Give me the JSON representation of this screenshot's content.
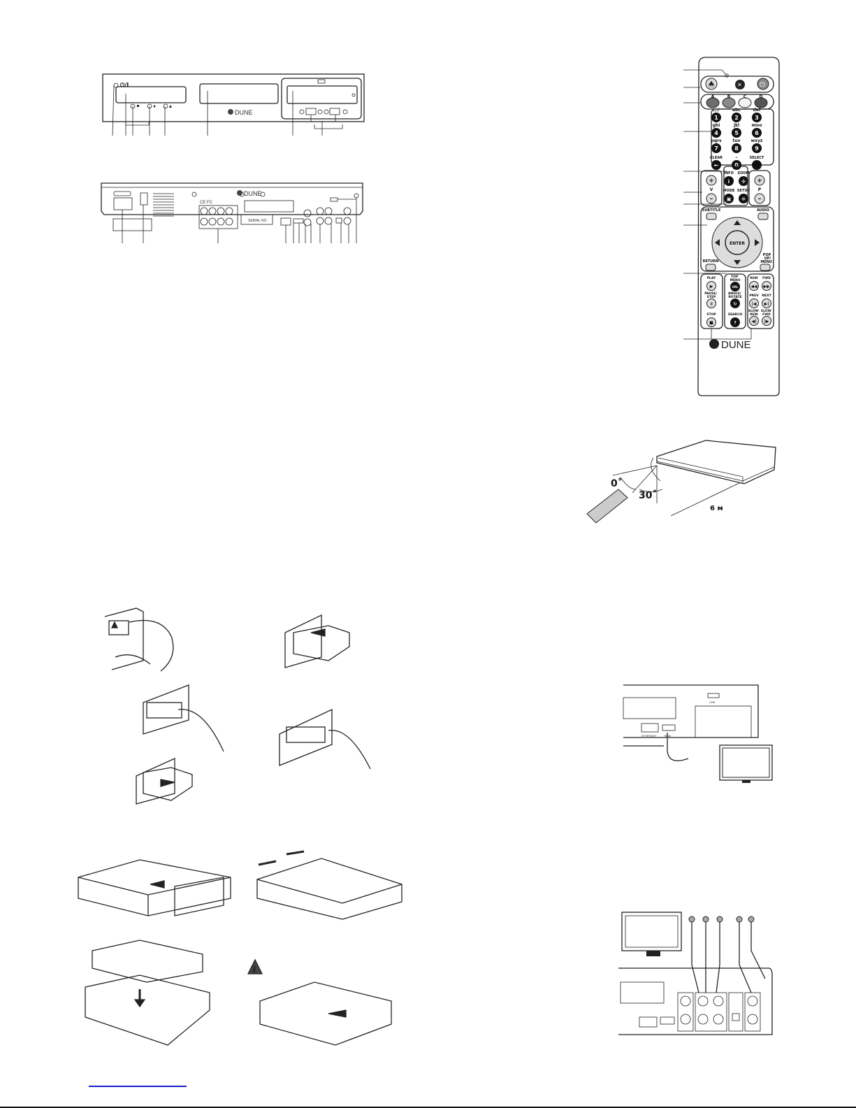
{
  "front_panel": {
    "power_label": "⏻/I",
    "brand": "DUNE",
    "callout_count": 8
  },
  "rear_panel": {
    "brand": "DUNE",
    "serial_label": "SERIAL NO.",
    "cert_marks": "CE FC",
    "callout_count": 12
  },
  "remote": {
    "brand": "DUNE",
    "color_keys": [
      {
        "label": "A",
        "color": "#6d6d6d"
      },
      {
        "label": "B",
        "color": "#8a8a8a"
      },
      {
        "label": "C",
        "color": "#f4f4f4"
      },
      {
        "label": "D",
        "color": "#555555"
      }
    ],
    "number_keys": [
      {
        "digit": "1",
        "letters": ".,:/"
      },
      {
        "digit": "2",
        "letters": "abc"
      },
      {
        "digit": "3",
        "letters": "def"
      },
      {
        "digit": "4",
        "letters": "ghi"
      },
      {
        "digit": "5",
        "letters": "jkl"
      },
      {
        "digit": "6",
        "letters": "mno"
      },
      {
        "digit": "7",
        "letters": "pqrs"
      },
      {
        "digit": "8",
        "letters": "tuv"
      },
      {
        "digit": "9",
        "letters": "wxyz"
      }
    ],
    "clear_label": "CLEAR",
    "zero_digit": "0",
    "zero_letters": "–",
    "select_label": "SELECT",
    "info_label": "INFO",
    "zoom_label": "ZOOM",
    "mode_label": "MODE",
    "setup_label": "SETUP",
    "volume_label": "V",
    "page_label": "P",
    "plus": "+",
    "minus": "–",
    "subtitle_label": "SUBTITLE",
    "audio_label": "AUDIO",
    "enter_label": "ENTER",
    "return_label": "RETURN",
    "popup_label": "POP UP/ MENU",
    "play_label": "PLAY",
    "top_menu_label": "TOP MENU",
    "url_label": "URL",
    "rew_label": "REW",
    "fwd_label": "FWD",
    "pause_label": "PAUSE/ STEP",
    "angle_label": "ANGLE/ ROTATE",
    "prev_label": "PREV",
    "next_label": "NEXT",
    "stop_label": "STOP",
    "search_label": "SEARCH",
    "slow_rew_label": "SLOW REW",
    "slow_fwd_label": "SLOW FWD"
  },
  "range_diagram": {
    "angle_0": "0˚",
    "angle_30": "30˚",
    "distance": "6 м"
  },
  "connection_diagrams": {
    "ethernet_label": "ETHERNET",
    "hdmi_label": "HDMI",
    "usb_label": "USB"
  }
}
